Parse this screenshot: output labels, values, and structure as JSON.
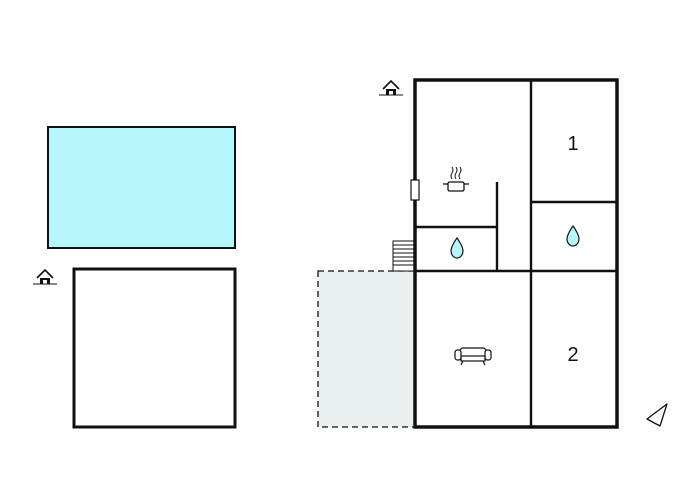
{
  "rooms": [
    {
      "id": "bedroom-1",
      "label": "1"
    },
    {
      "id": "bedroom-2",
      "label": "2"
    }
  ],
  "icons": {
    "entrance": "house-entrance-icon",
    "kitchen": "cooking-pot-icon",
    "bathroom": "water-drop-icon",
    "living": "sofa-icon",
    "north": "north-arrow-icon"
  },
  "colors": {
    "walls": "#111111",
    "pool": "#b8f4fb",
    "terrace": "#eaf0ef",
    "water": "#b8f4fb"
  }
}
